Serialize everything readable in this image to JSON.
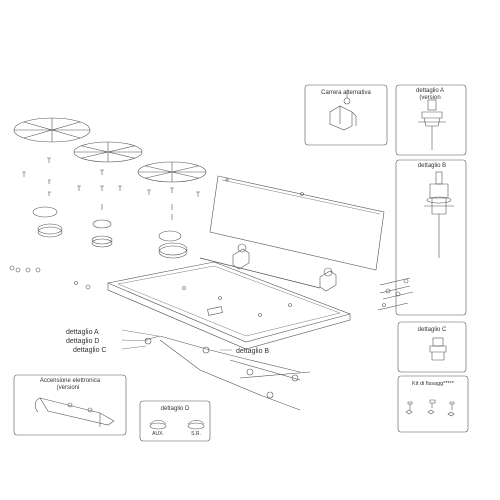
{
  "labels": {
    "carrera_alternativa": "Carrera alternativa",
    "dettaglio_a_title": "dettaglio A",
    "dettaglio_a_sub": "(version",
    "dettaglio_b_title": "dettaglio B",
    "dettaglio_c_title": "dettaglio C",
    "kit_title": "Kit di fissagg*****",
    "accensione_title": "Accensione elettronica",
    "accensione_sub": "(versioni",
    "dettaglio_d_title": "dettaglio D",
    "aux": "AUX.",
    "sr": "S.R.",
    "callout_a": "dettaglio A",
    "callout_d": "dettaglio D",
    "callout_c": "dettaglio C",
    "callout_b": "dettaglio B"
  }
}
